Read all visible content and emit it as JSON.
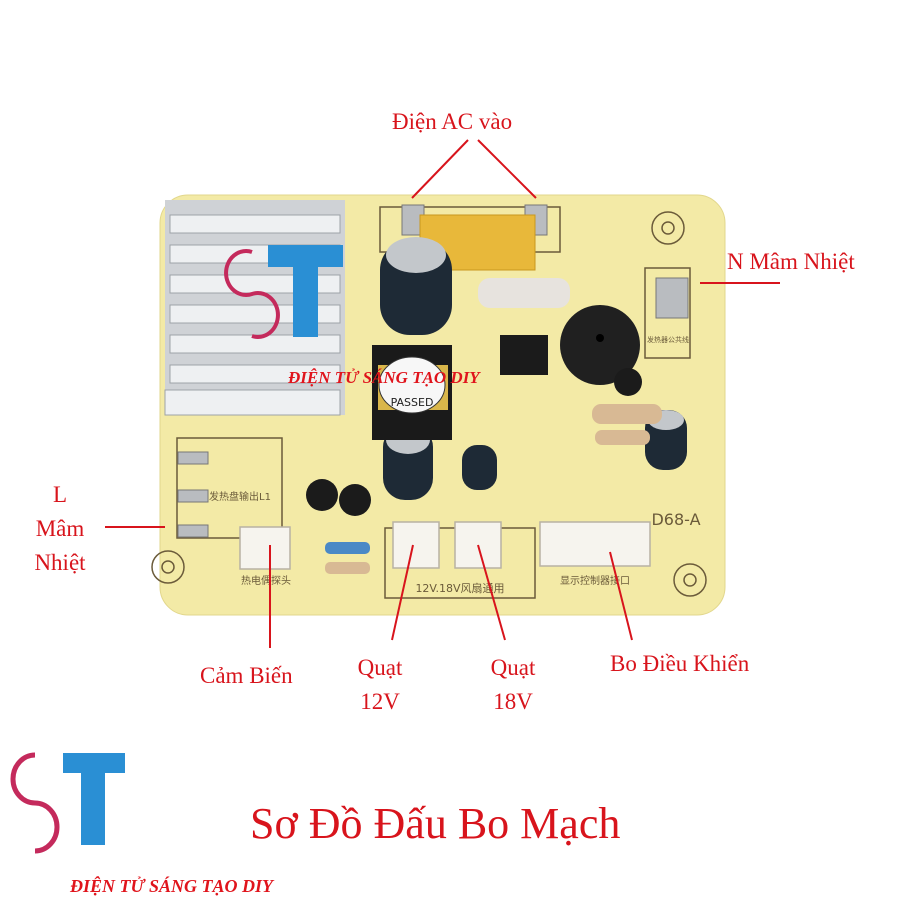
{
  "labels": {
    "ac_input": "Điện AC vào",
    "n_heater": "N Mâm Nhiệt",
    "l_heater": [
      "L",
      "Mâm",
      "Nhiệt"
    ],
    "sensor": "Cảm Biến",
    "fan_12v": [
      "Quạt",
      "12V"
    ],
    "fan_18v": [
      "Quạt",
      "18V"
    ],
    "control_board": "Bo Điều Khiển"
  },
  "title": "Sơ Đồ Đấu Bo Mạch",
  "brand": {
    "name": "ĐIỆN TỬ SÁNG TẠO DIY",
    "watermark": "ĐIỆN TỬ SÁNG TẠO DIY",
    "logo_text": "ST DIY"
  },
  "board": {
    "model": "D68-A",
    "transformer_sticker": "PASSED",
    "fan_connector_text": "12V.18V风扇通用",
    "sensor_text": "热电偶探头",
    "display_text": "显示控制器接口",
    "heater_out_text": "发热盘输出L1",
    "heater_common_text": "发热器公共线"
  },
  "colors": {
    "label": "#d8141c",
    "board": "#f3eaa6"
  }
}
